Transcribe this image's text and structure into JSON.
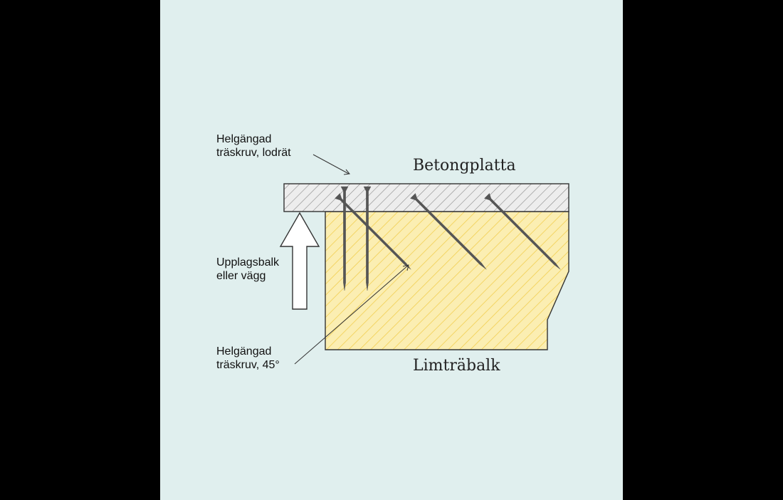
{
  "colors": {
    "background_side": "#000000",
    "panel": "#e0efee",
    "beam_fill": "#fbeeb2",
    "beam_hatch": "#f2cf52",
    "slab_fill": "#ededed",
    "slab_hatch": "#8a8a8a",
    "outline": "#333333",
    "screw": "#555555"
  },
  "labels": {
    "vertical_screw_line1": "Helgängad",
    "vertical_screw_line2": "träskruv, lodrät",
    "slab": "Betongplatta",
    "support_line1": "Upplagsbalk",
    "support_line2": "eller vägg",
    "angled_screw_line1": "Helgängad",
    "angled_screw_line2": "träskruv, 45°",
    "beam": "Limträbalk"
  },
  "icons": {
    "support_arrow": "up-arrow-icon",
    "screw": "screw-icon"
  }
}
